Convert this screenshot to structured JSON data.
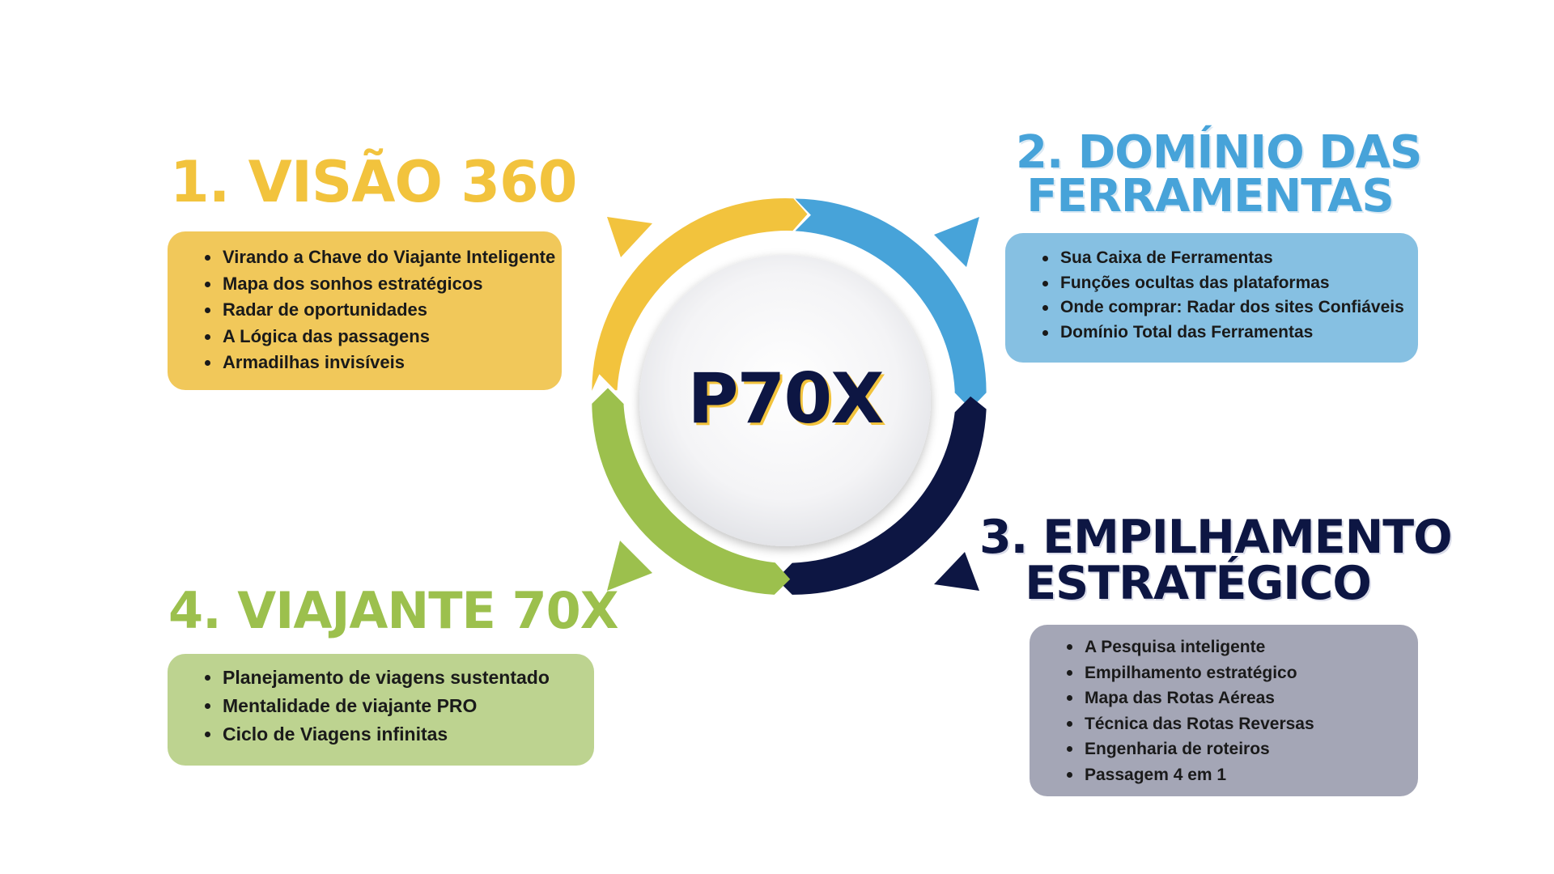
{
  "center": {
    "label": "P70X"
  },
  "sections": [
    {
      "title_lines": [
        "1. VISÃO 360"
      ],
      "color": "#F2C33D",
      "box_color": "#F1C85A",
      "items": [
        "Virando a Chave do Viajante Inteligente",
        "Mapa dos sonhos estratégicos",
        "Radar de oportunidades",
        "A Lógica das passagens",
        "Armadilhas invisíveis"
      ]
    },
    {
      "title_lines": [
        "2. DOMÍNIO DAS",
        "FERRAMENTAS"
      ],
      "color": "#47A3D9",
      "box_color": "#86C0E2",
      "items": [
        "Sua Caixa de Ferramentas",
        "Funções ocultas das plataformas",
        "Onde comprar: Radar dos sites Confiáveis",
        "Domínio Total das Ferramentas"
      ]
    },
    {
      "title_lines": [
        "3. EMPILHAMENTO",
        "ESTRATÉGICO"
      ],
      "color": "#0D1643",
      "box_color": "#A4A6B6",
      "items": [
        "A Pesquisa inteligente",
        "Empilhamento estratégico",
        "Mapa das Rotas Aéreas",
        "Técnica das Rotas Reversas",
        "Engenharia de roteiros",
        "Passagem 4 em 1"
      ]
    },
    {
      "title_lines": [
        "4. VIAJANTE 70X"
      ],
      "color": "#9CC04D",
      "box_color": "#BDD390",
      "items": [
        "Planejamento de viagens sustentado",
        "Mentalidade de viajante PRO",
        "Ciclo de Viagens infinitas"
      ]
    }
  ]
}
